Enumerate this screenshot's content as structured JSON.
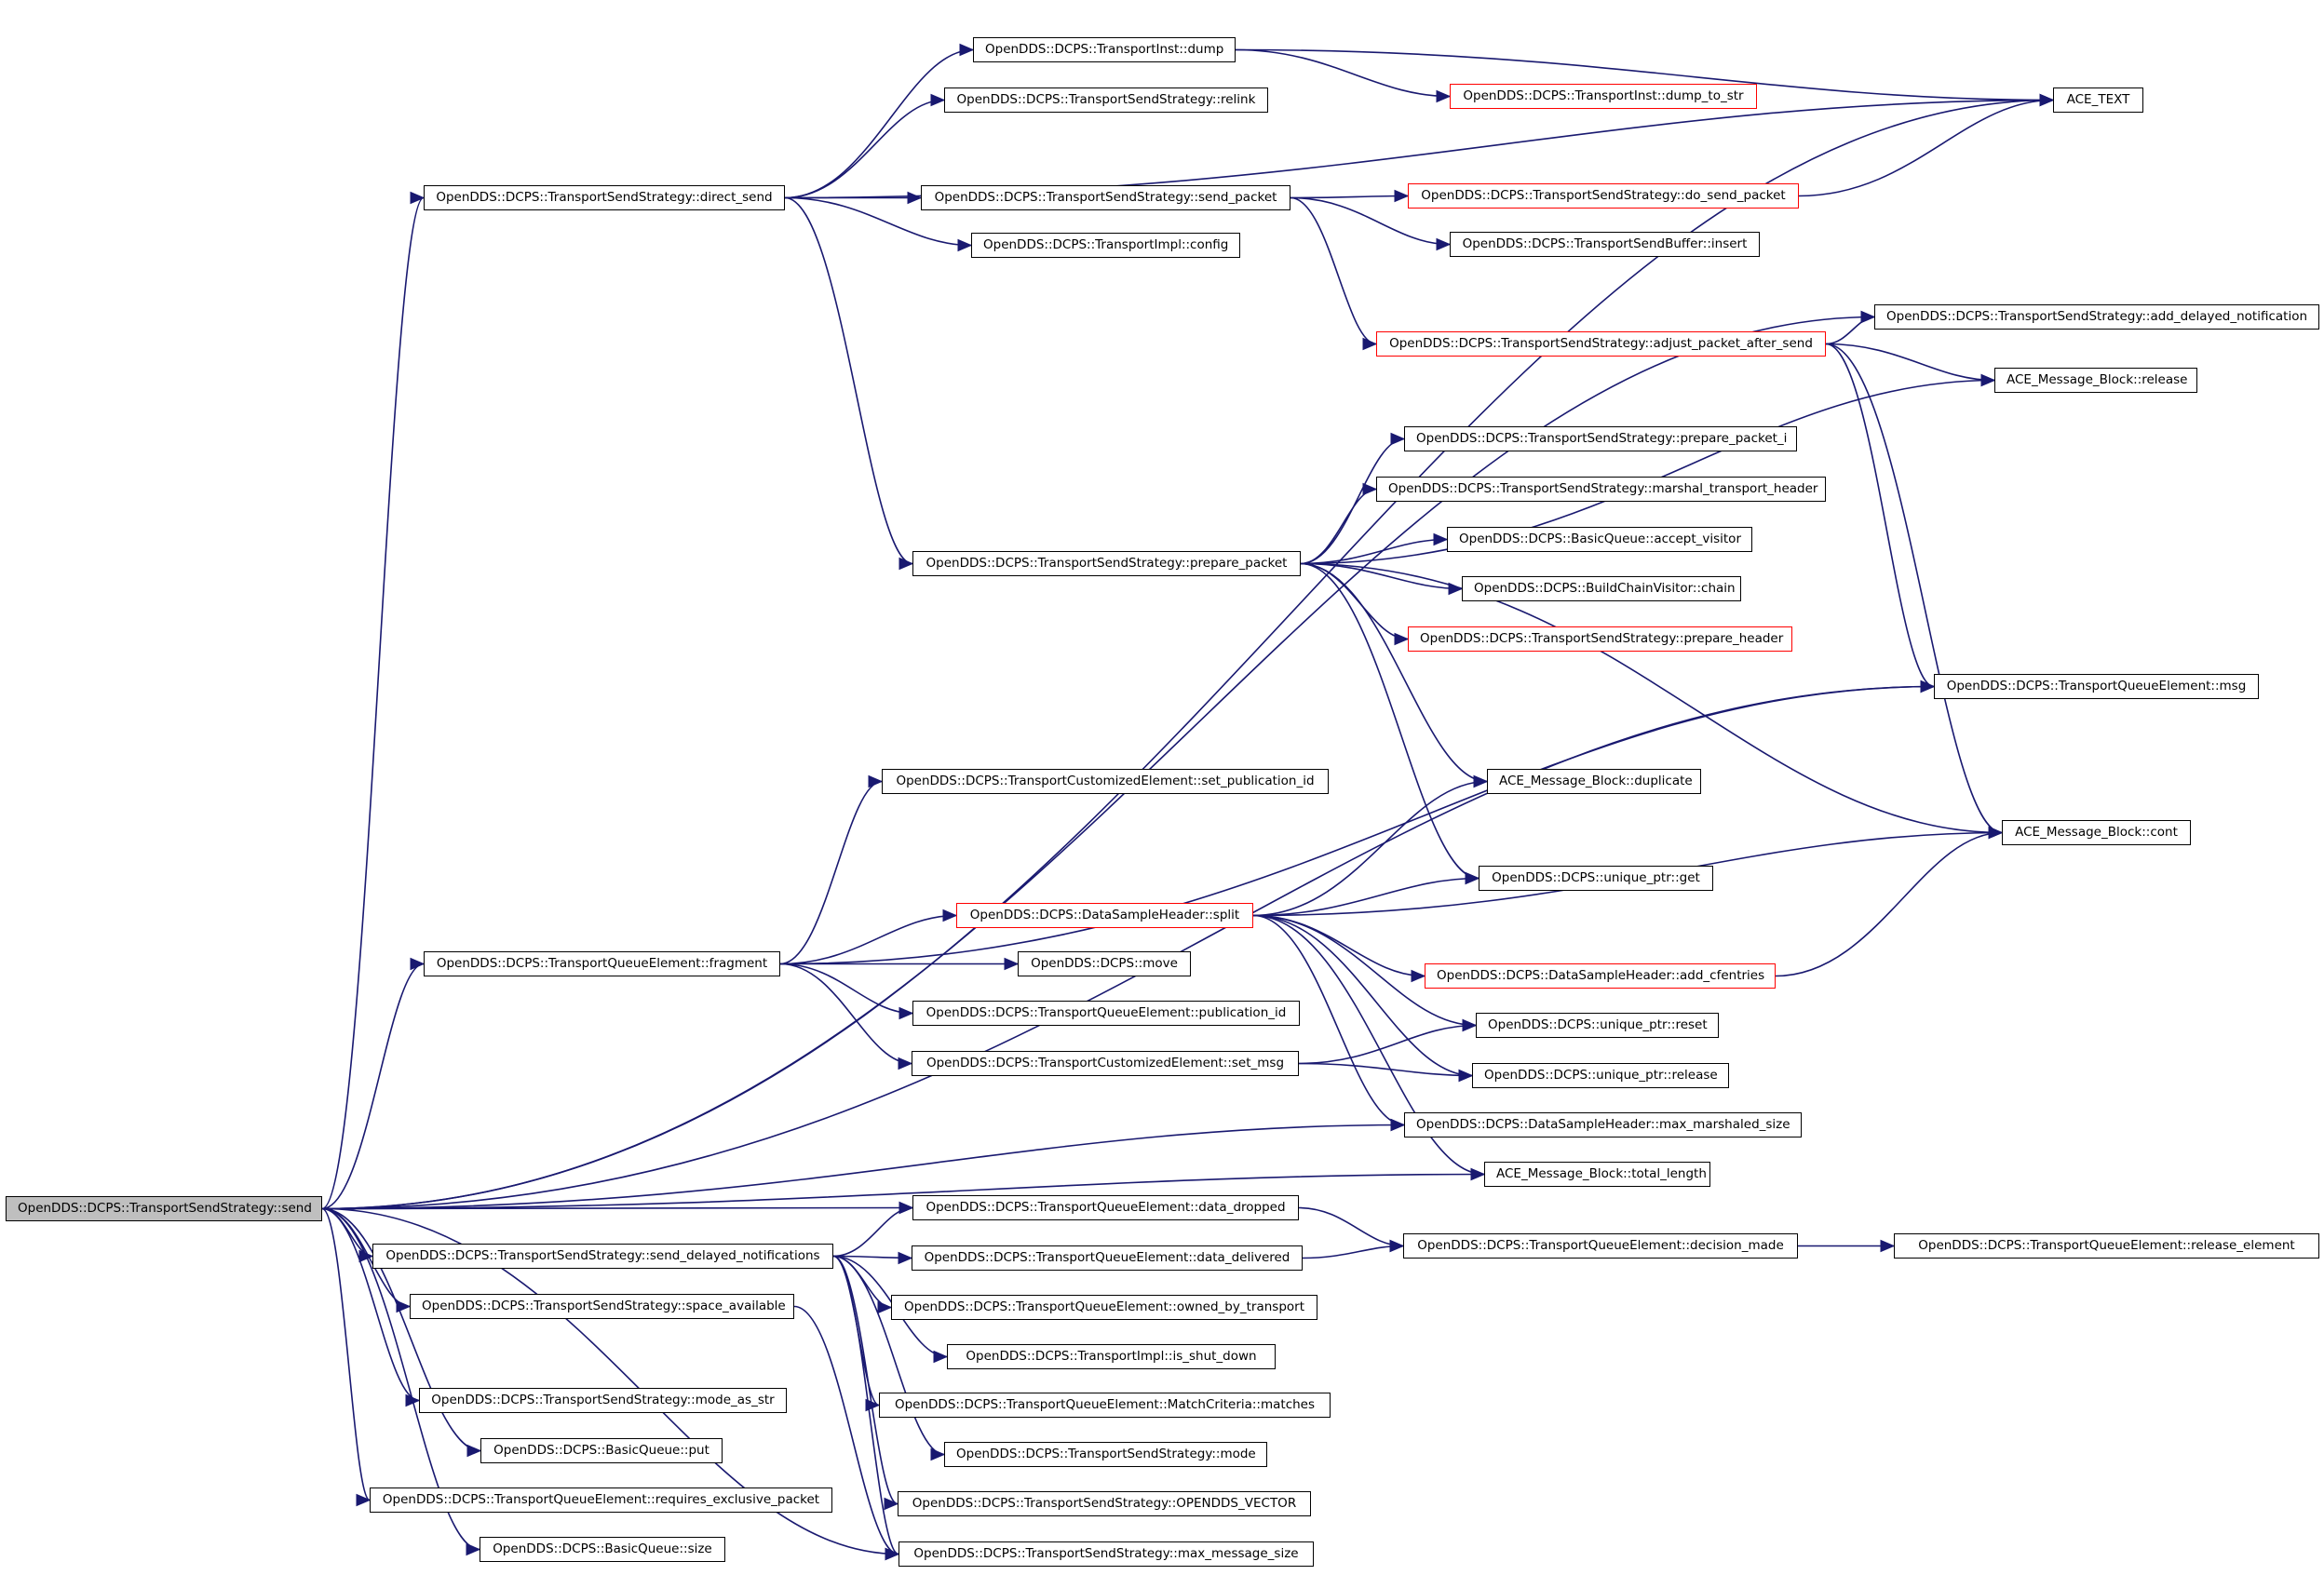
{
  "graph": {
    "edge_color": "#191970",
    "root_fill": "#bfbfbf",
    "external_border": "#ff0000",
    "nodes": {
      "send": {
        "label": "OpenDDS::DCPS::TransportSendStrategy::send",
        "kind": "root"
      },
      "direct_send": {
        "label": "OpenDDS::DCPS::TransportSendStrategy::direct_send",
        "kind": "normal"
      },
      "ti_dump": {
        "label": "OpenDDS::DCPS::TransportInst::dump",
        "kind": "normal"
      },
      "relink": {
        "label": "OpenDDS::DCPS::TransportSendStrategy::relink",
        "kind": "normal"
      },
      "send_packet": {
        "label": "OpenDDS::DCPS::TransportSendStrategy::send_packet",
        "kind": "normal"
      },
      "ti_config": {
        "label": "OpenDDS::DCPS::TransportImpl::config",
        "kind": "normal"
      },
      "dump_to_str": {
        "label": "OpenDDS::DCPS::TransportInst::dump_to_str",
        "kind": "external"
      },
      "ace_text": {
        "label": "ACE_TEXT",
        "kind": "normal"
      },
      "do_send_packet": {
        "label": "OpenDDS::DCPS::TransportSendStrategy::do_send_packet",
        "kind": "external"
      },
      "tsb_insert": {
        "label": "OpenDDS::DCPS::TransportSendBuffer::insert",
        "kind": "normal"
      },
      "adjust": {
        "label": "OpenDDS::DCPS::TransportSendStrategy::adjust_packet_after_send",
        "kind": "external"
      },
      "add_delayed": {
        "label": "OpenDDS::DCPS::TransportSendStrategy::add_delayed_notification",
        "kind": "normal"
      },
      "mb_release": {
        "label": "ACE_Message_Block::release",
        "kind": "normal"
      },
      "prepare_packet": {
        "label": "OpenDDS::DCPS::TransportSendStrategy::prepare_packet",
        "kind": "normal"
      },
      "prepare_packet_i": {
        "label": "OpenDDS::DCPS::TransportSendStrategy::prepare_packet_i",
        "kind": "normal"
      },
      "marshal": {
        "label": "OpenDDS::DCPS::TransportSendStrategy::marshal_transport_header",
        "kind": "normal"
      },
      "accept_visitor": {
        "label": "OpenDDS::DCPS::BasicQueue::accept_visitor",
        "kind": "normal"
      },
      "chain": {
        "label": "OpenDDS::DCPS::BuildChainVisitor::chain",
        "kind": "normal"
      },
      "prepare_header": {
        "label": "OpenDDS::DCPS::TransportSendStrategy::prepare_header",
        "kind": "external"
      },
      "tqe_msg": {
        "label": "OpenDDS::DCPS::TransportQueueElement::msg",
        "kind": "normal"
      },
      "set_pub_id": {
        "label": "OpenDDS::DCPS::TransportCustomizedElement::set_publication_id",
        "kind": "normal"
      },
      "mb_duplicate": {
        "label": "ACE_Message_Block::duplicate",
        "kind": "normal"
      },
      "mb_cont": {
        "label": "ACE_Message_Block::cont",
        "kind": "normal"
      },
      "up_get": {
        "label": "OpenDDS::DCPS::unique_ptr::get",
        "kind": "normal"
      },
      "split": {
        "label": "OpenDDS::DCPS::DataSampleHeader::split",
        "kind": "external"
      },
      "fragment": {
        "label": "OpenDDS::DCPS::TransportQueueElement::fragment",
        "kind": "normal"
      },
      "move": {
        "label": "OpenDDS::DCPS::move",
        "kind": "normal"
      },
      "add_cfentries": {
        "label": "OpenDDS::DCPS::DataSampleHeader::add_cfentries",
        "kind": "external"
      },
      "tqe_pub_id": {
        "label": "OpenDDS::DCPS::TransportQueueElement::publication_id",
        "kind": "normal"
      },
      "up_reset": {
        "label": "OpenDDS::DCPS::unique_ptr::reset",
        "kind": "normal"
      },
      "set_msg": {
        "label": "OpenDDS::DCPS::TransportCustomizedElement::set_msg",
        "kind": "normal"
      },
      "up_release": {
        "label": "OpenDDS::DCPS::unique_ptr::release",
        "kind": "normal"
      },
      "max_marshaled": {
        "label": "OpenDDS::DCPS::DataSampleHeader::max_marshaled_size",
        "kind": "normal"
      },
      "total_length": {
        "label": "ACE_Message_Block::total_length",
        "kind": "normal"
      },
      "data_dropped": {
        "label": "OpenDDS::DCPS::TransportQueueElement::data_dropped",
        "kind": "normal"
      },
      "send_delayed": {
        "label": "OpenDDS::DCPS::TransportSendStrategy::send_delayed_notifications",
        "kind": "normal"
      },
      "data_delivered": {
        "label": "OpenDDS::DCPS::TransportQueueElement::data_delivered",
        "kind": "normal"
      },
      "decision_made": {
        "label": "OpenDDS::DCPS::TransportQueueElement::decision_made",
        "kind": "normal"
      },
      "release_element": {
        "label": "OpenDDS::DCPS::TransportQueueElement::release_element",
        "kind": "normal"
      },
      "space_available": {
        "label": "OpenDDS::DCPS::TransportSendStrategy::space_available",
        "kind": "normal"
      },
      "owned_by_transport": {
        "label": "OpenDDS::DCPS::TransportQueueElement::owned_by_transport",
        "kind": "normal"
      },
      "is_shut_down": {
        "label": "OpenDDS::DCPS::TransportImpl::is_shut_down",
        "kind": "normal"
      },
      "mode_as_str": {
        "label": "OpenDDS::DCPS::TransportSendStrategy::mode_as_str",
        "kind": "normal"
      },
      "matches": {
        "label": "OpenDDS::DCPS::TransportQueueElement::MatchCriteria::matches",
        "kind": "normal"
      },
      "bq_put": {
        "label": "OpenDDS::DCPS::BasicQueue::put",
        "kind": "normal"
      },
      "mode": {
        "label": "OpenDDS::DCPS::TransportSendStrategy::mode",
        "kind": "normal"
      },
      "requires_exclusive": {
        "label": "OpenDDS::DCPS::TransportQueueElement::requires_exclusive_packet",
        "kind": "normal"
      },
      "opendds_vector": {
        "label": "OpenDDS::DCPS::TransportSendStrategy::OPENDDS_VECTOR",
        "kind": "normal"
      },
      "bq_size": {
        "label": "OpenDDS::DCPS::BasicQueue::size",
        "kind": "normal"
      },
      "max_message_size": {
        "label": "OpenDDS::DCPS::TransportSendStrategy::max_message_size",
        "kind": "normal"
      }
    },
    "edges": [
      [
        "send",
        "ace_text"
      ],
      [
        "send",
        "direct_send"
      ],
      [
        "send",
        "add_delayed"
      ],
      [
        "send",
        "tqe_msg"
      ],
      [
        "send",
        "fragment"
      ],
      [
        "send",
        "max_marshaled"
      ],
      [
        "send",
        "total_length"
      ],
      [
        "send",
        "data_dropped"
      ],
      [
        "send",
        "send_delayed"
      ],
      [
        "send",
        "space_available"
      ],
      [
        "send",
        "max_message_size"
      ],
      [
        "send",
        "mode_as_str"
      ],
      [
        "send",
        "bq_put"
      ],
      [
        "send",
        "requires_exclusive"
      ],
      [
        "send",
        "bq_size"
      ],
      [
        "direct_send",
        "ti_dump"
      ],
      [
        "direct_send",
        "relink"
      ],
      [
        "direct_send",
        "ace_text"
      ],
      [
        "direct_send",
        "send_packet"
      ],
      [
        "direct_send",
        "ti_config"
      ],
      [
        "direct_send",
        "prepare_packet"
      ],
      [
        "ti_dump",
        "ace_text"
      ],
      [
        "ti_dump",
        "dump_to_str"
      ],
      [
        "send_packet",
        "do_send_packet"
      ],
      [
        "send_packet",
        "tsb_insert"
      ],
      [
        "send_packet",
        "adjust"
      ],
      [
        "do_send_packet",
        "ace_text"
      ],
      [
        "adjust",
        "add_delayed"
      ],
      [
        "adjust",
        "mb_release"
      ],
      [
        "adjust",
        "tqe_msg"
      ],
      [
        "adjust",
        "mb_cont"
      ],
      [
        "prepare_packet",
        "mb_release"
      ],
      [
        "prepare_packet",
        "prepare_packet_i"
      ],
      [
        "prepare_packet",
        "marshal"
      ],
      [
        "prepare_packet",
        "accept_visitor"
      ],
      [
        "prepare_packet",
        "chain"
      ],
      [
        "prepare_packet",
        "prepare_header"
      ],
      [
        "prepare_packet",
        "mb_duplicate"
      ],
      [
        "prepare_packet",
        "mb_cont"
      ],
      [
        "prepare_packet",
        "up_get"
      ],
      [
        "fragment",
        "set_pub_id"
      ],
      [
        "fragment",
        "tqe_msg"
      ],
      [
        "fragment",
        "split"
      ],
      [
        "fragment",
        "move"
      ],
      [
        "fragment",
        "tqe_pub_id"
      ],
      [
        "fragment",
        "set_msg"
      ],
      [
        "split",
        "mb_duplicate"
      ],
      [
        "split",
        "up_get"
      ],
      [
        "split",
        "mb_cont"
      ],
      [
        "split",
        "add_cfentries"
      ],
      [
        "split",
        "up_reset"
      ],
      [
        "split",
        "up_release"
      ],
      [
        "split",
        "max_marshaled"
      ],
      [
        "split",
        "total_length"
      ],
      [
        "add_cfentries",
        "mb_cont"
      ],
      [
        "set_msg",
        "up_reset"
      ],
      [
        "set_msg",
        "up_release"
      ],
      [
        "data_dropped",
        "decision_made"
      ],
      [
        "data_delivered",
        "decision_made"
      ],
      [
        "decision_made",
        "release_element"
      ],
      [
        "send_delayed",
        "data_dropped"
      ],
      [
        "send_delayed",
        "data_delivered"
      ],
      [
        "send_delayed",
        "owned_by_transport"
      ],
      [
        "send_delayed",
        "is_shut_down"
      ],
      [
        "send_delayed",
        "matches"
      ],
      [
        "send_delayed",
        "mode"
      ],
      [
        "send_delayed",
        "opendds_vector"
      ],
      [
        "send_delayed",
        "max_message_size"
      ],
      [
        "space_available",
        "max_message_size"
      ]
    ]
  }
}
